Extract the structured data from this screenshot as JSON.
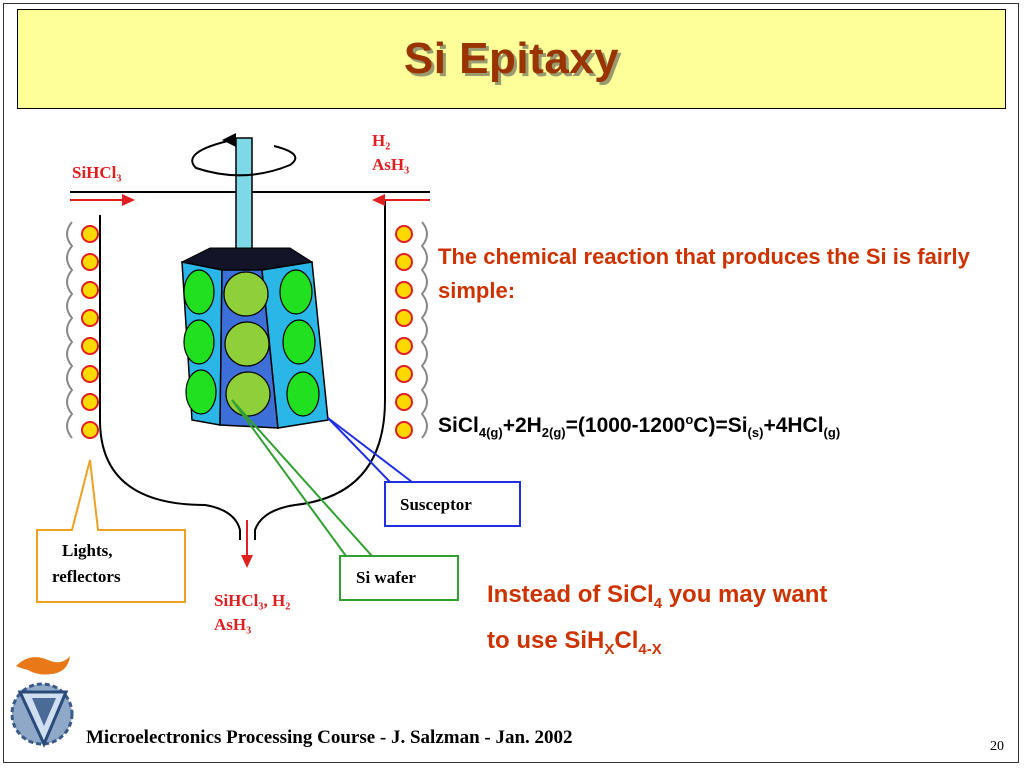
{
  "title": "Si Epitaxy",
  "diagram": {
    "label_top_left": "SiHCl₃",
    "label_top_right_1": "H₂",
    "label_top_right_2": "AsH₃",
    "label_bottom_1": "SiHCl₃, H₂",
    "label_bottom_2": "AsH₃",
    "callout_lights_1": "Lights,",
    "callout_lights_2": "reflectors",
    "callout_susceptor": "Susceptor",
    "callout_wafer": "Si wafer"
  },
  "text": {
    "para": "The chemical reaction that produces the Si is fairly simple:",
    "eq": {
      "p1": "SiCl",
      "s1": "4(g)",
      "p2": "+2H",
      "s2": "2(g)",
      "p3": "=(1000-1200",
      "sup": "o",
      "p4": "C)=Si",
      "s3": "(s)",
      "p5": "+4HCl",
      "s4": "(g)"
    },
    "instead": {
      "a": "Instead of SiCl",
      "a_sub": "4",
      "b": " you may want",
      "c": "to use SiH",
      "c_sub": "X",
      "d": "Cl",
      "d_sub": "4-X"
    }
  },
  "footer": "Microelectronics Processing Course - J. Salzman - Jan. 2002",
  "page_number": "20"
}
